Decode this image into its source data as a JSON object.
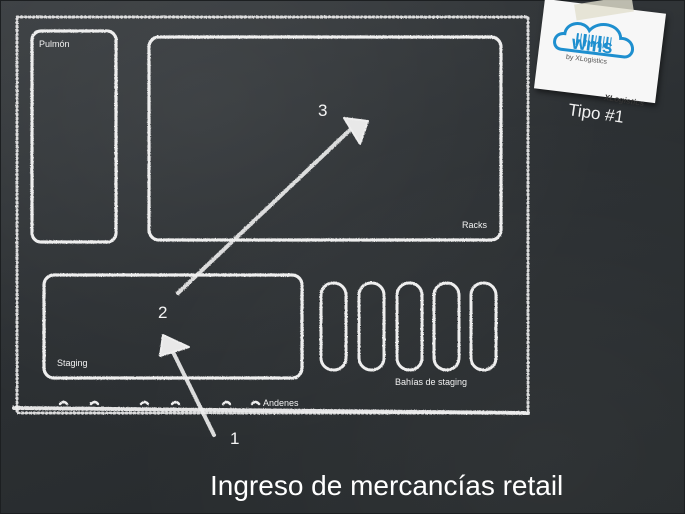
{
  "diagram": {
    "zones": {
      "pulmon": "Pulmón",
      "racks": "Racks",
      "staging": "Staging",
      "bahias": "Bahías de staging",
      "andenes": "Andenes"
    },
    "steps": [
      "1",
      "2",
      "3"
    ]
  },
  "title": "Ingreso de mercancías retail",
  "logo": {
    "word": "wms",
    "sub": "by XLogistics",
    "brand": "XLogistics",
    "type_label": "Tipo #1"
  },
  "colors": {
    "board": "#2d3134",
    "chalk": "#f2f2f2",
    "logo_blue": "#1e8fcf"
  },
  "icons": [
    "cloud-barcode-icon"
  ]
}
